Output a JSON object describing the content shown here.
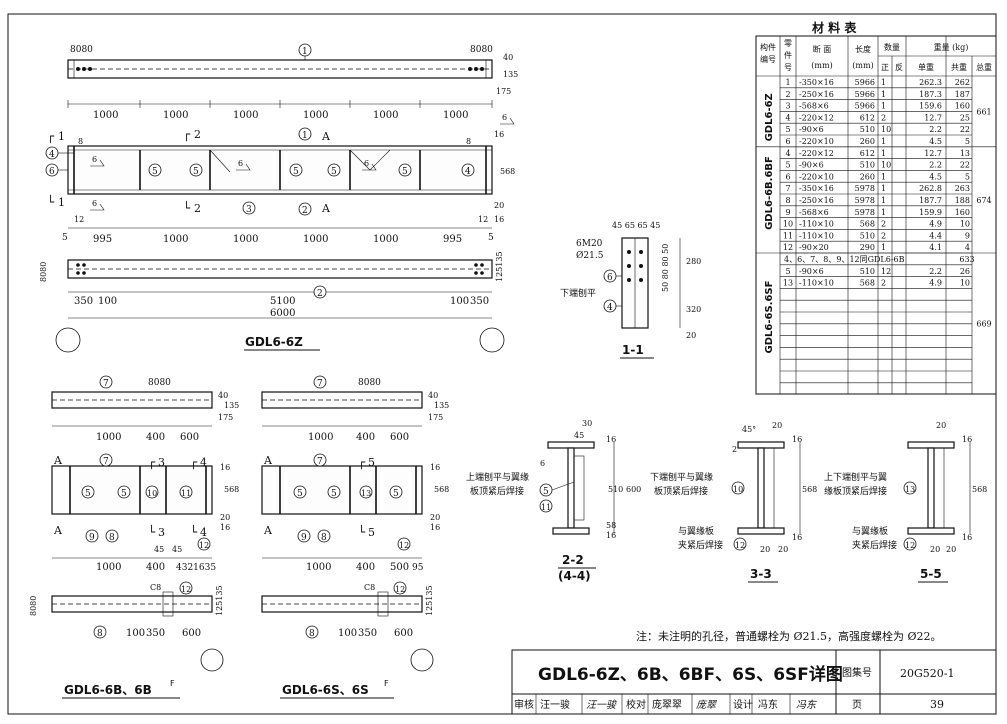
{
  "main_view": {
    "title": "GDL6-6Z",
    "tag_a": "A",
    "cut_1": "1",
    "cut_2": "2",
    "gap_8080": "8080",
    "seg_1000": "1000",
    "seg_995": "995",
    "d_40": "40",
    "d_135": "135",
    "d_175": "175",
    "d_568": "568",
    "d_16": "16",
    "d_20": "20",
    "d_12": "12",
    "d_8": "8",
    "d_6": "6",
    "d_5": "5",
    "d_80": "80",
    "d_350": "350",
    "d_100": "100",
    "d_5100": "5100",
    "d_6000": "6000",
    "d_1251": "125135",
    "p1": "1",
    "p2": "2",
    "p3": "3",
    "p4": "4",
    "p5": "5",
    "p6": "6"
  },
  "section_1_1": {
    "title": "1-1",
    "top_dims": "45 65 65 45",
    "bolt": "6M20",
    "hole": "Ø21.5",
    "note": "下端刨平",
    "d_280": "280",
    "d_320": "320",
    "d_20": "20",
    "d_mid": "50 80 80 50",
    "p6": "6",
    "p4": "4"
  },
  "view_6b": {
    "title": "GDL6-6B、6B",
    "title_sup": "F",
    "d_1000": "1000",
    "d_400": "400",
    "d_600": "600",
    "d_432": "4321635",
    "d_350": "350",
    "d_100": "100",
    "d_45": "45",
    "d_45b": "45",
    "d_c8": "C8",
    "cut_a": "A",
    "cut_3": "3",
    "cut_4": "4",
    "p7": "7",
    "p5": "5",
    "p10": "10",
    "p11": "11",
    "p9": "9",
    "p8": "8",
    "p12": "12"
  },
  "view_6s": {
    "title": "GDL6-6S、6S",
    "title_sup": "F",
    "d_1000": "1000",
    "d_400": "400",
    "d_600": "600",
    "d_500": "500",
    "d_95": "95",
    "d_350": "350",
    "d_100": "100",
    "d_c8": "C8",
    "cut_a": "A",
    "cut_5": "5",
    "p7": "7",
    "p5": "5",
    "p13": "13",
    "p9": "9",
    "p8": "8",
    "p12": "12"
  },
  "section_2_2": {
    "title": "2-2",
    "subtitle": "(4-4)",
    "note_line1": "上端刨平与翼缘",
    "note_line2": "板顶紧后焊接",
    "d_30": "30",
    "d_45": "45",
    "d_510": "510",
    "d_600": "600",
    "d_16": "16",
    "d_58": "58",
    "d_6": "6",
    "p5": "5",
    "p11": "11"
  },
  "section_3_3": {
    "title": "3-3",
    "note_top1": "下端刨平与翼缘",
    "note_top2": "板顶紧后焊接",
    "note_bot1": "与翼缘板",
    "note_bot2": "夹紧后焊接",
    "d_45deg": "45°",
    "d_2": "2",
    "d_20": "20",
    "d_568": "568",
    "d_16": "16",
    "p10": "10",
    "p12": "12"
  },
  "section_5_5": {
    "title": "5-5",
    "note_top1": "上下端刨平与翼",
    "note_top2": "缘板顶紧后焊接",
    "note_bot1": "与翼缘板",
    "note_bot2": "夹紧后焊接",
    "d_20": "20",
    "d_568": "568",
    "d_16": "16",
    "p13": "13",
    "p12": "12"
  },
  "materials_table": {
    "title": "材  料  表",
    "headers": {
      "member_no": "构件编号",
      "part_no": "零件号",
      "section": "断 面",
      "section_unit": "(mm)",
      "length": "长度",
      "length_unit": "(mm)",
      "qty": "数量",
      "qty_pos": "正",
      "qty_neg": "反",
      "weight": "重量 (kg)",
      "unit_w": "单重",
      "total_w": "共重",
      "grand_w": "总重"
    },
    "groups": [
      {
        "member": "GDL6-6Z",
        "total": "661",
        "rows": [
          [
            "1",
            "-350×16",
            "5966",
            "1",
            "",
            "262.3",
            "262"
          ],
          [
            "2",
            "-250×16",
            "5966",
            "1",
            "",
            "187.3",
            "187"
          ],
          [
            "3",
            "-568×6",
            "5966",
            "1",
            "",
            "159.6",
            "160"
          ],
          [
            "4",
            "-220×12",
            "612",
            "2",
            "",
            "12.7",
            "25"
          ],
          [
            "5",
            "-90×6",
            "510",
            "10",
            "",
            "2.2",
            "22"
          ],
          [
            "6",
            "-220×10",
            "260",
            "1",
            "",
            "4.5",
            "5"
          ]
        ]
      },
      {
        "member": "GDL6-6B.6BF",
        "total": "674",
        "rows": [
          [
            "4",
            "-220×12",
            "612",
            "1",
            "",
            "12.7",
            "13"
          ],
          [
            "5",
            "-90×6",
            "510",
            "10",
            "",
            "2.2",
            "22"
          ],
          [
            "6",
            "-220×10",
            "260",
            "1",
            "",
            "4.5",
            "5"
          ],
          [
            "7",
            "-350×16",
            "5978",
            "1",
            "",
            "262.8",
            "263"
          ],
          [
            "8",
            "-250×16",
            "5978",
            "1",
            "",
            "187.7",
            "188"
          ],
          [
            "9",
            "-568×6",
            "5978",
            "1",
            "",
            "159.9",
            "160"
          ],
          [
            "10",
            "-110×10",
            "568",
            "2",
            "",
            "4.9",
            "10"
          ],
          [
            "11",
            "-110×10",
            "510",
            "2",
            "",
            "4.4",
            "9"
          ],
          [
            "12",
            "-90×20",
            "290",
            "1",
            "",
            "4.1",
            "4"
          ]
        ]
      },
      {
        "member": "GDL6-6S.6SF",
        "total": "669",
        "same_as": "4、6、7、8、9、12同GDL6-6B",
        "same_as_w": "633",
        "rows": [
          [
            "5",
            "-90×6",
            "510",
            "12",
            "",
            "2.2",
            "26"
          ],
          [
            "13",
            "-110×10",
            "568",
            "2",
            "",
            "4.9",
            "10"
          ]
        ]
      }
    ]
  },
  "note": "注：未注明的孔径，普通螺栓为 Ø21.5，高强度螺栓为 Ø22。",
  "title_block": {
    "drawing_title": "GDL6-6Z、6B、6BF、6S、6SF详图",
    "atlas_label": "图集号",
    "atlas_no": "20G520-1",
    "review_label": "审核",
    "review_name": "汪一骏",
    "review_sign": "汪一骏",
    "check_label": "校对",
    "check_name": "庞翠翠",
    "check_sign": "庞翠",
    "design_label": "设计",
    "design_name": "冯东",
    "design_sign": "冯东",
    "page_label": "页",
    "page_no": "39"
  }
}
